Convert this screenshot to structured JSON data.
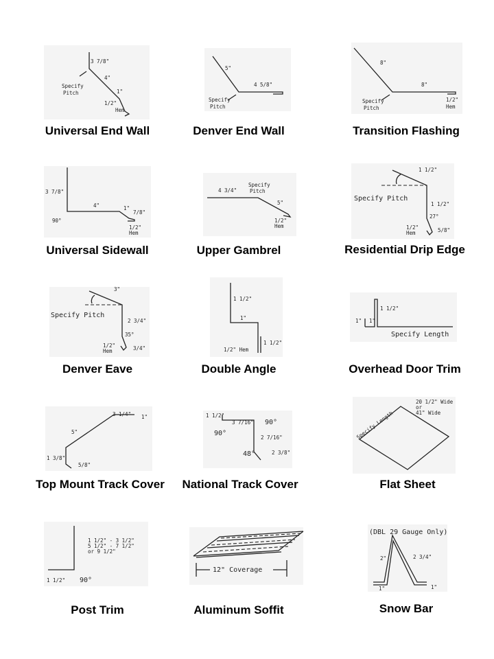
{
  "items": [
    {
      "caption": "Universal End Wall",
      "labels": [
        "3 7/8\"",
        "4\"",
        "Specify",
        "Pitch",
        "1\"",
        "1/2\"",
        "Hem"
      ]
    },
    {
      "caption": "Denver End Wall",
      "labels": [
        "5\"",
        "4 5/8\"",
        "Specify",
        "Pitch"
      ]
    },
    {
      "caption": "Transition Flashing",
      "labels": [
        "8\"",
        "8\"",
        "Specify",
        "Pitch",
        "1/2\"",
        "Hem"
      ]
    },
    {
      "caption": "Universal Sidewall",
      "labels": [
        "3 7/8\"",
        "4\"",
        "1\"",
        "7/8\"",
        "90°",
        "1/2\"",
        "Hem"
      ]
    },
    {
      "caption": "Upper Gambrel",
      "labels": [
        "4 3/4\"",
        "Specify",
        "Pitch",
        "5\"",
        "1/2\"",
        "Hem"
      ]
    },
    {
      "caption": "Residential Drip Edge",
      "labels": [
        "1 1/2\"",
        "Specify Pitch",
        "1 1/2\"",
        "27°",
        "1/2\"",
        "Hem",
        "5/8\""
      ]
    },
    {
      "caption": "Denver Eave",
      "labels": [
        "3\"",
        "Specify Pitch",
        "2 3/4\"",
        "35°",
        "1/2\"",
        "Hem",
        "3/4\""
      ]
    },
    {
      "caption": "Double Angle",
      "labels": [
        "1 1/2\"",
        "1\"",
        "1/2\" Hem",
        "1 1/2\""
      ]
    },
    {
      "caption": "Overhead Door Trim",
      "labels": [
        "1 1/2\"",
        "1\"",
        "1\"",
        "Specify Length"
      ]
    },
    {
      "caption": "Top Mount Track Cover",
      "labels": [
        "3 1/4\"",
        "1\"",
        "5\"",
        "1 3/8\"",
        "5/8\""
      ]
    },
    {
      "caption": "National Track Cover",
      "labels": [
        "1 1/2\"",
        "3 7/16\"",
        "90°",
        "90°",
        "2 7/16\"",
        "48°",
        "2 3/8\""
      ]
    },
    {
      "caption": "Flat Sheet",
      "labels": [
        "20 1/2\" Wide",
        "or",
        "41\" Wide",
        "Specify Length"
      ]
    },
    {
      "caption": "Post Trim",
      "labels": [
        "1 1/2\" - 3 1/2\"",
        "5 1/2\" - 7 1/2\"",
        "or 9 1/2\"",
        "1 1/2\"",
        "90°"
      ]
    },
    {
      "caption": "Aluminum Soffit",
      "labels": [
        "12\" Coverage"
      ]
    },
    {
      "caption": "Snow Bar",
      "labels": [
        "(DBL 29 Gauge Only)",
        "2\"",
        "2 3/4\"",
        "1\"",
        "1\""
      ]
    }
  ]
}
